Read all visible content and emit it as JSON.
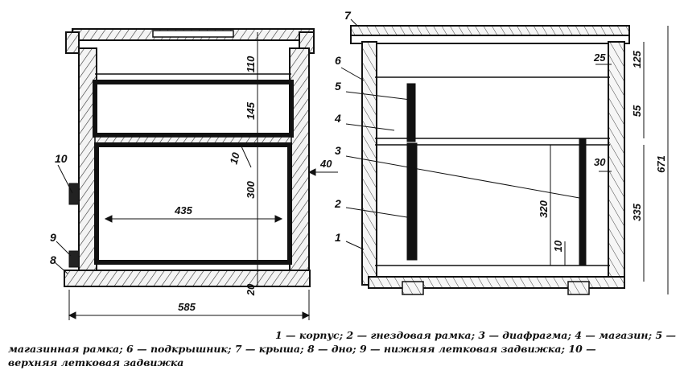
{
  "dimensions": {
    "d110": "110",
    "d145": "145",
    "d10a": "10",
    "d40": "40",
    "d300": "300",
    "d435": "435",
    "d20": "20",
    "d585": "585",
    "d25": "25",
    "d125": "125",
    "d55": "55",
    "d30": "30",
    "d320": "320",
    "d335": "335",
    "d10b": "10",
    "d671": "671"
  },
  "part_numbers": {
    "n10": "10",
    "n9": "9",
    "n8": "8",
    "n7": "7",
    "n6": "6",
    "n5": "5",
    "n4": "4",
    "n3": "3",
    "n2": "2",
    "n1": "1"
  },
  "caption": {
    "line1": "1 — корпус; 2 — гнездовая рамка; 3 — диафрагма; 4 — магазин; 5 —",
    "line2": "магазинная рамка; 6 — подкрышник; 7 — крыша; 8 — дно; 9 — нижняя летковая задвижка; 10 —",
    "line3": "верхняя летковая задвижка"
  }
}
